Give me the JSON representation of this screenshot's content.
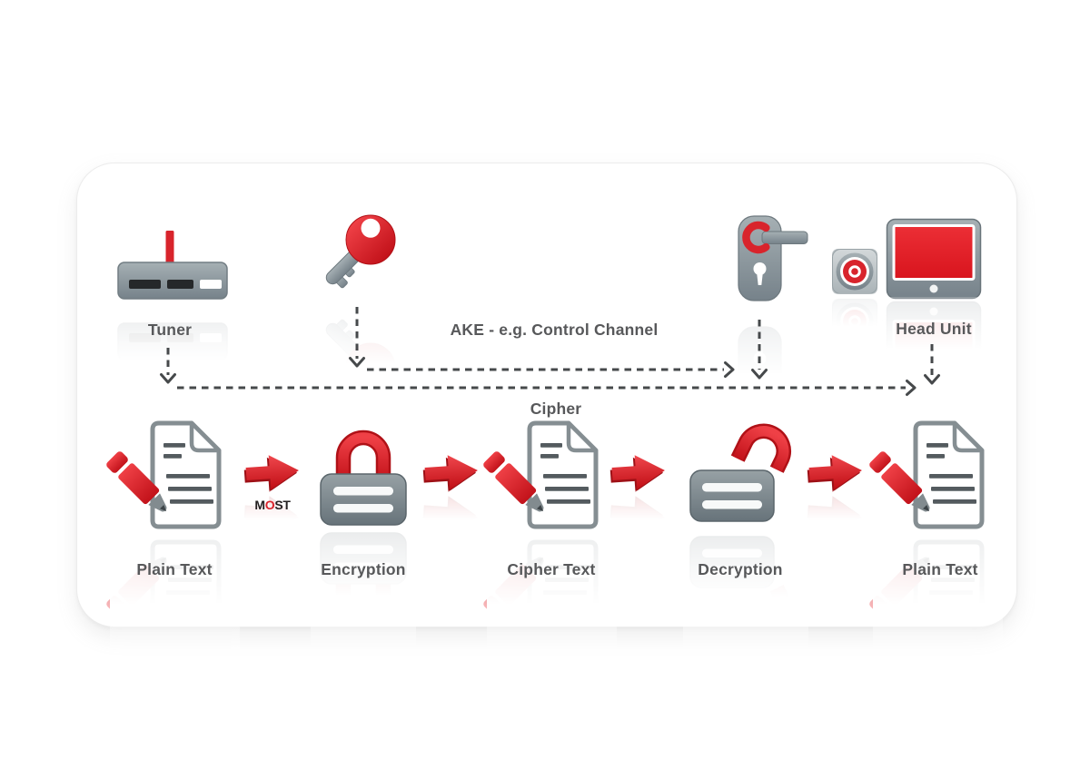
{
  "labels": {
    "tuner": "Tuner",
    "channel": "AKE - e.g. Control Channel",
    "head_unit": "Head Unit",
    "cipher": "Cipher"
  },
  "flow_steps": [
    {
      "label": "Plain Text",
      "icon": "document-pencil-icon"
    },
    {
      "label": "Encryption",
      "icon": "padlock-closed-icon"
    },
    {
      "label": "Cipher Text",
      "icon": "document-pencil-icon"
    },
    {
      "label": "Decryption",
      "icon": "padlock-open-icon"
    },
    {
      "label": "Plain Text",
      "icon": "document-pencil-icon"
    }
  ],
  "most_logo": {
    "m": "M",
    "o": "O",
    "st": "ST"
  },
  "colors": {
    "accent_red": "#d8242c",
    "icon_gray": "#8d989d",
    "label_gray": "#57585a",
    "connector_gray": "#46494b"
  }
}
